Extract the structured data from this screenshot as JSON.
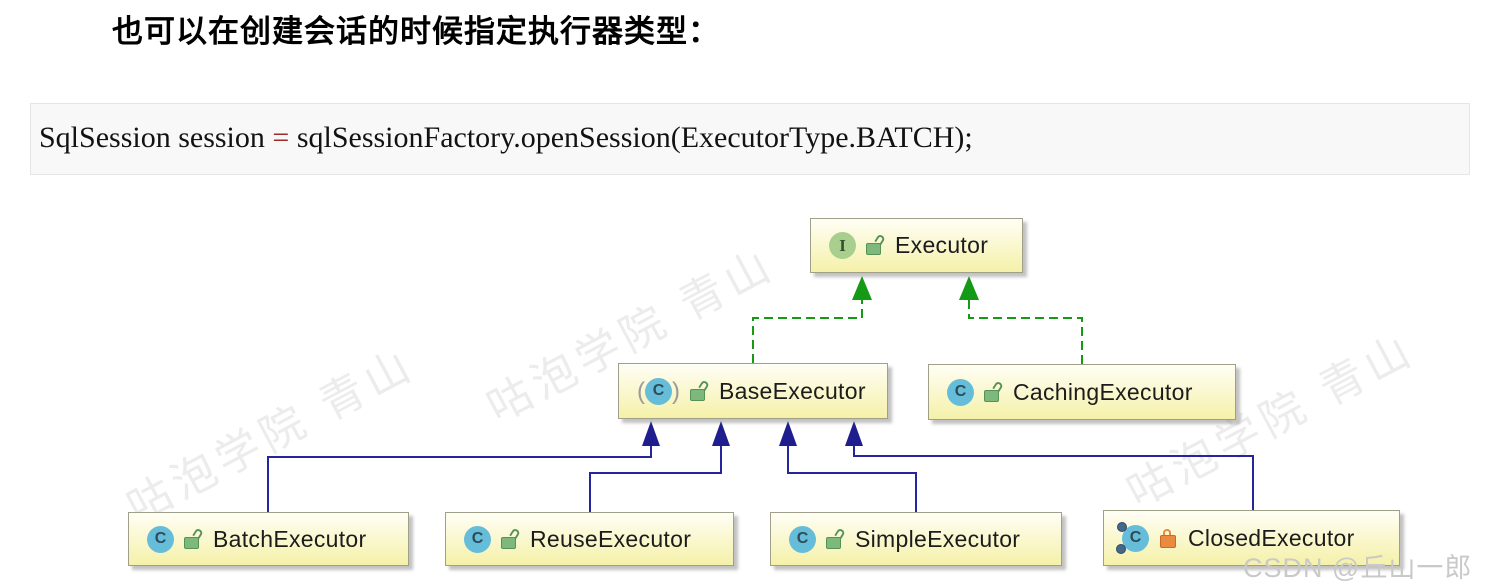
{
  "heading": {
    "text": "也可以在创建会话的时候指定执行器类型："
  },
  "code_block": {
    "segments": {
      "lhs": "SqlSession session ",
      "operator": "=",
      "rhs": " sqlSessionFactory.openSession(ExecutorType.BATCH);"
    },
    "operator_color": "#9e2b2b",
    "background": "#f8f8f8"
  },
  "diagram": {
    "type": "uml-class-diagram",
    "colors": {
      "node_fill_top": "#fffef5",
      "node_fill_bottom": "#f5f1a9",
      "implements_arrow": "#149a14",
      "extends_arrow": "#26269c",
      "interface_icon": "#a9cf8f",
      "class_icon": "#66bdd9",
      "public_lock": "#7db87d",
      "private_lock": "#ea8a3f"
    },
    "nodes": [
      {
        "id": "executor",
        "label": "Executor",
        "kind": "interface",
        "visibility": "public"
      },
      {
        "id": "base",
        "label": "BaseExecutor",
        "kind": "abstract-class",
        "visibility": "public"
      },
      {
        "id": "caching",
        "label": "CachingExecutor",
        "kind": "class",
        "visibility": "public"
      },
      {
        "id": "batch",
        "label": "BatchExecutor",
        "kind": "class",
        "visibility": "public"
      },
      {
        "id": "reuse",
        "label": "ReuseExecutor",
        "kind": "class",
        "visibility": "public"
      },
      {
        "id": "simple",
        "label": "SimpleExecutor",
        "kind": "class",
        "visibility": "public"
      },
      {
        "id": "closed",
        "label": "ClosedExecutor",
        "kind": "nested-class",
        "visibility": "private"
      }
    ],
    "edges": [
      {
        "from": "BaseExecutor",
        "to": "Executor",
        "type": "implements"
      },
      {
        "from": "CachingExecutor",
        "to": "Executor",
        "type": "implements"
      },
      {
        "from": "BatchExecutor",
        "to": "BaseExecutor",
        "type": "extends"
      },
      {
        "from": "ReuseExecutor",
        "to": "BaseExecutor",
        "type": "extends"
      },
      {
        "from": "SimpleExecutor",
        "to": "BaseExecutor",
        "type": "extends"
      },
      {
        "from": "ClosedExecutor",
        "to": "BaseExecutor",
        "type": "extends"
      }
    ]
  },
  "watermarks": {
    "csdn": "CSDN @丘山一郎",
    "diagonal": "咕泡学院 青山"
  }
}
